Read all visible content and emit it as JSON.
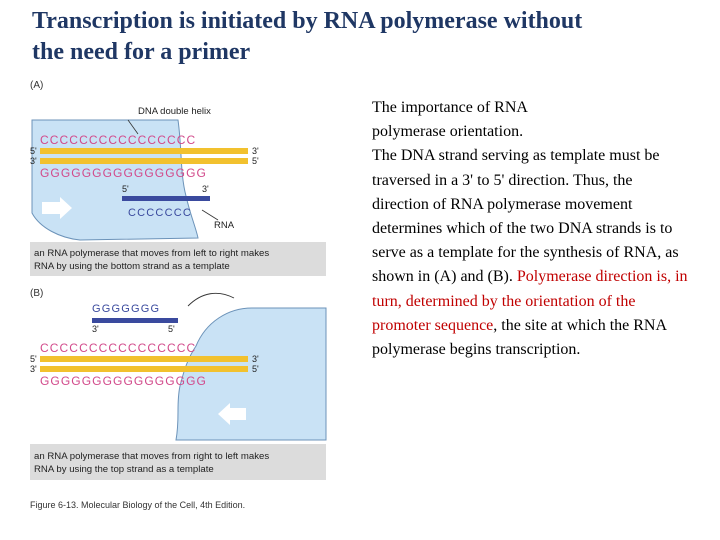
{
  "slide": {
    "title_line1": "Transcription is initiated by RNA polymerase without",
    "title_line2": "the need for a primer"
  },
  "figure": {
    "panel_a_label": "(A)",
    "panel_b_label": "(B)",
    "helix_label": "DNA double helix",
    "rna_label": "RNA",
    "top_strand_seq": "CCCCCCCCCCCCCCCC",
    "bottom_strand_seq": "GGGGGGGGGGGGGGGG",
    "prime5": "5'",
    "prime3": "3'",
    "rna_seq_a": "CCCCCCC",
    "rna_seq_b": "GGGGGGG",
    "caption_a_line1": "an RNA polymerase that moves from left to right makes",
    "caption_a_line2": "RNA by using the bottom strand as a template",
    "caption_b_line1": "an RNA polymerase that moves from right to left makes",
    "caption_b_line2": "RNA by using the top strand as a template",
    "figure_credit": "Figure 6-13. Molecular Biology of the Cell, 4th Edition.",
    "colors": {
      "strand": "#f2c12e",
      "polymerase": "#c9e2f5",
      "rna": "#3a4a9e",
      "sequence": "#d24a8b",
      "caption_bg": "#dcdcdc",
      "title": "#1f3764"
    }
  },
  "text": {
    "heading_line1": "The importance of RNA",
    "heading_line2": "polymerase orientation.",
    "para_black": "The DNA strand serving as template must be traversed in a 3' to 5' direction. Thus, the direction of RNA polymerase movement determines which of the two DNA strands is to serve as a template for the synthesis of RNA, as shown in (A) and (B).",
    "para_red1": "Polymerase direction is, in turn, determined by the orientation of the",
    "para_red2": "promoter sequence",
    "para_end": ", the site at which the RNA polymerase begins transcription."
  }
}
